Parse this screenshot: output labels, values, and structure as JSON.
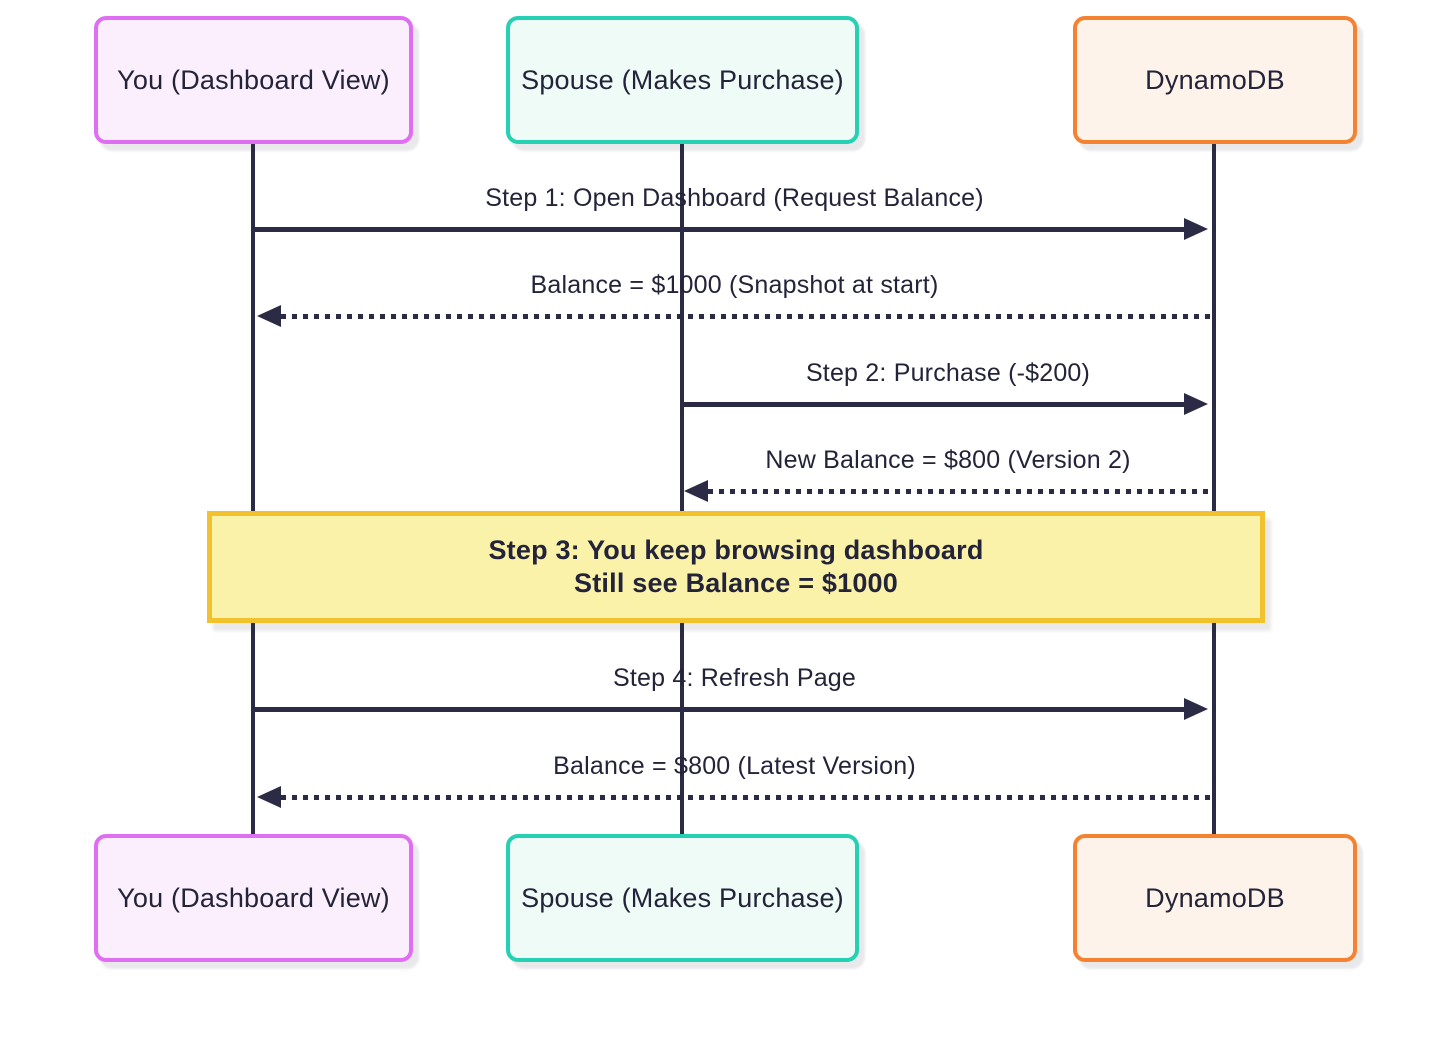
{
  "diagram": {
    "type": "sequence-diagram",
    "actors": [
      {
        "id": "you",
        "label": "You (Dashboard View)",
        "border_color": "#e06ef2",
        "fill_color": "#fbeffd"
      },
      {
        "id": "spouse",
        "label": "Spouse (Makes Purchase)",
        "border_color": "#26d0b2",
        "fill_color": "#eefbf7"
      },
      {
        "id": "dynamodb",
        "label": "DynamoDB",
        "border_color": "#f58231",
        "fill_color": "#fdf3ea"
      }
    ],
    "messages": [
      {
        "from": "You (Dashboard View)",
        "to": "DynamoDB",
        "style": "solid",
        "label": "Step 1: Open Dashboard (Request Balance)"
      },
      {
        "from": "DynamoDB",
        "to": "You (Dashboard View)",
        "style": "dotted",
        "label": "Balance = $1000 (Snapshot at start)"
      },
      {
        "from": "Spouse (Makes Purchase)",
        "to": "DynamoDB",
        "style": "solid",
        "label": "Step 2: Purchase (-$200)"
      },
      {
        "from": "DynamoDB",
        "to": "Spouse (Makes Purchase)",
        "style": "dotted",
        "label": "New Balance = $800 (Version 2)"
      },
      {
        "from": "You (Dashboard View)",
        "to": "DynamoDB",
        "style": "solid",
        "label": "Step 4: Refresh Page"
      },
      {
        "from": "DynamoDB",
        "to": "You (Dashboard View)",
        "style": "dotted",
        "label": "Balance = $800 (Latest Version)"
      }
    ],
    "note": {
      "lines": [
        "Step 3: You keep browsing dashboard",
        "Still see Balance = $1000"
      ],
      "fill_color": "#fbf2a9",
      "border_color": "#f2c12e"
    },
    "colors": {
      "text": "#232339",
      "line": "#2b2b45",
      "background": "#ffffff"
    }
  }
}
